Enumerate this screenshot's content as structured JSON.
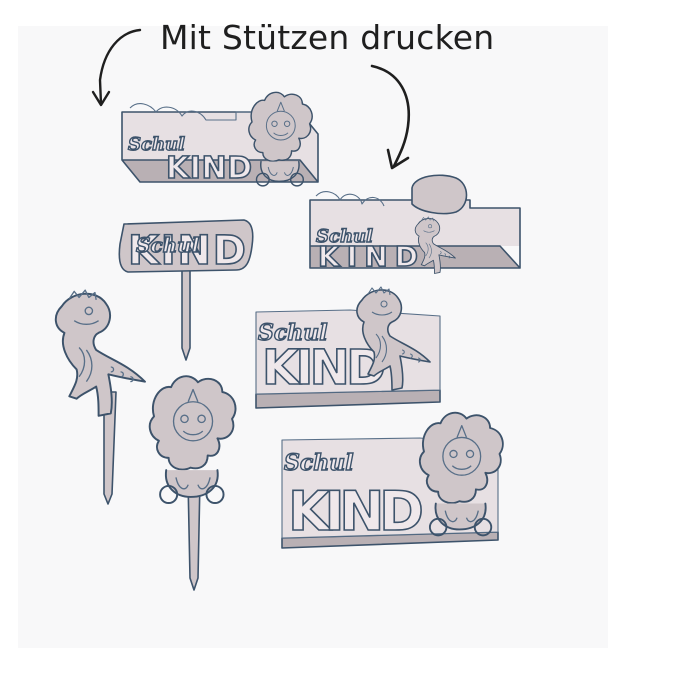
{
  "caption": "Mit Stützen drucken",
  "models": {
    "script_word": "Schul",
    "block_word": "KIND"
  },
  "icons": [
    "curved-arrow-left-icon",
    "curved-arrow-right-icon"
  ],
  "colors": {
    "background": "#f8f8f9",
    "model_fill": "#cfc6c9",
    "model_outline": "#3d536b",
    "caption_text": "#1f1f1f"
  }
}
